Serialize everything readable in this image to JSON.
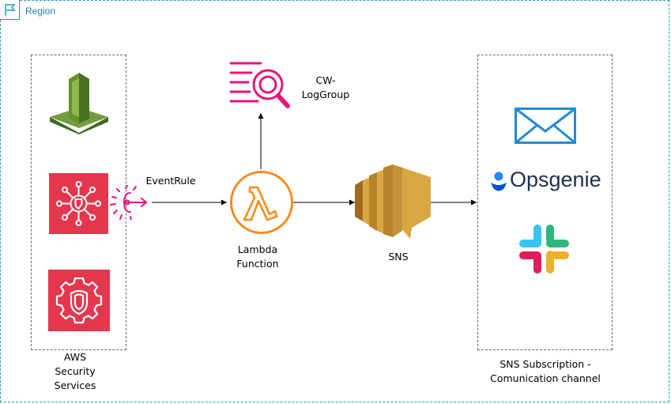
{
  "region": {
    "label": "Region"
  },
  "labels": {
    "event_rule": "EventRule",
    "cw_loggroup": "CW-\nLogGroup",
    "lambda": "Lambda\nFunction",
    "sns": "SNS",
    "aws_security": "AWS\nSecurity\nServices",
    "sns_subscription": "SNS Subscription -\nComunication channel",
    "opsgenie": "Opsgenie"
  },
  "icons": {
    "guardduty": "aws-guardduty-icon",
    "security_hub": "aws-security-hub-icon",
    "inspector": "aws-inspector-icon",
    "eventbridge_rule": "eventbridge-rule-icon",
    "cloudwatch_logs": "cloudwatch-logs-icon",
    "lambda": "lambda-icon",
    "sns": "sns-icon",
    "email": "email-icon",
    "opsgenie": "opsgenie-icon",
    "slack": "slack-icon"
  },
  "colors": {
    "region_border": "#1fa1a8",
    "security_red": "#e4374e",
    "lambda_orange": "#f48d1d",
    "sns_gold": "#d9a741",
    "cw_pink": "#e7157b",
    "email_blue": "#1f8bd6",
    "opsgenie_blue": "#2684ff"
  }
}
